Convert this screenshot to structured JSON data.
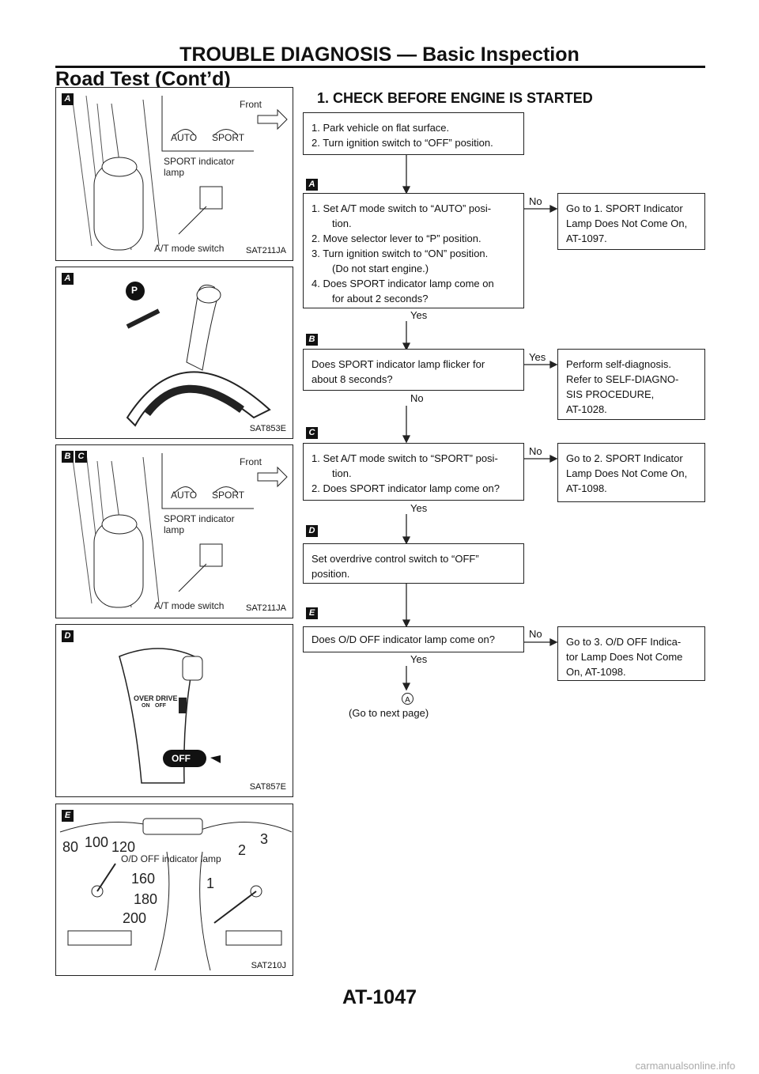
{
  "header": {
    "title": "TROUBLE DIAGNOSIS — Basic Inspection",
    "subtitle": "Road Test (Cont’d)"
  },
  "section_title": "1. CHECK BEFORE ENGINE IS STARTED",
  "figures": [
    {
      "badge": "A",
      "code": "SAT211JA",
      "labels": [
        "Front",
        "AUTO",
        "SPORT",
        "SPORT indicator",
        "lamp",
        "A/T mode switch"
      ]
    },
    {
      "badge": "A",
      "code": "SAT853E",
      "labels": [
        "P"
      ]
    },
    {
      "badge": "B",
      "badge2": "C",
      "code": "SAT211JA",
      "labels": [
        "Front",
        "AUTO",
        "SPORT",
        "SPORT indicator",
        "lamp",
        "A/T mode switch"
      ]
    },
    {
      "badge": "D",
      "code": "SAT857E",
      "labels": [
        "OVER DRIVE",
        "ON",
        "OFF",
        "OFF"
      ]
    },
    {
      "badge": "E",
      "code": "SAT210J",
      "labels": [
        "O/D OFF indicator lamp",
        "80",
        "100",
        "120",
        "160",
        "180",
        "200",
        "1",
        "2",
        "3"
      ]
    }
  ],
  "flow": {
    "step0": {
      "lines": [
        "1. Park vehicle on flat surface.",
        "2. Turn ignition switch to “OFF” position."
      ]
    },
    "step1": {
      "badge": "A",
      "lines": [
        "1. Set A/T mode switch to “AUTO” posi-",
        "tion.",
        "2. Move selector lever to “P” position.",
        "3. Turn ignition switch to “ON” position.",
        "(Do not start engine.)",
        "4. Does SPORT indicator lamp come on",
        "for about 2 seconds?"
      ],
      "down": "Yes",
      "side": "No",
      "result": [
        "Go to 1. SPORT Indicator",
        "Lamp Does Not Come On,",
        "AT-1097."
      ]
    },
    "step2": {
      "badge": "B",
      "lines": [
        "Does SPORT indicator lamp flicker for",
        "about 8 seconds?"
      ],
      "down": "No",
      "side": "Yes",
      "result": [
        "Perform self-diagnosis.",
        "Refer to SELF-DIAGNO-",
        "SIS PROCEDURE,",
        "AT-1028."
      ]
    },
    "step3": {
      "badge": "C",
      "lines": [
        "1. Set A/T mode switch to “SPORT” posi-",
        "tion.",
        "2. Does SPORT indicator lamp come on?"
      ],
      "down": "Yes",
      "side": "No",
      "result": [
        "Go to 2. SPORT Indicator",
        "Lamp Does Not Come On,",
        "AT-1098."
      ]
    },
    "step4": {
      "badge": "D",
      "lines": [
        "Set overdrive control switch to “OFF”",
        "position."
      ]
    },
    "step5": {
      "badge": "E",
      "lines": [
        "Does O/D OFF indicator lamp come on?"
      ],
      "down": "Yes",
      "side": "No",
      "result": [
        "Go to 3. O/D OFF Indica-",
        "tor Lamp Does Not Come",
        "On, AT-1098."
      ]
    },
    "end": {
      "marker": "A",
      "text": "(Go to next page)"
    }
  },
  "footer": {
    "page": "AT-1047"
  },
  "watermark": "carmanualsonline.info"
}
